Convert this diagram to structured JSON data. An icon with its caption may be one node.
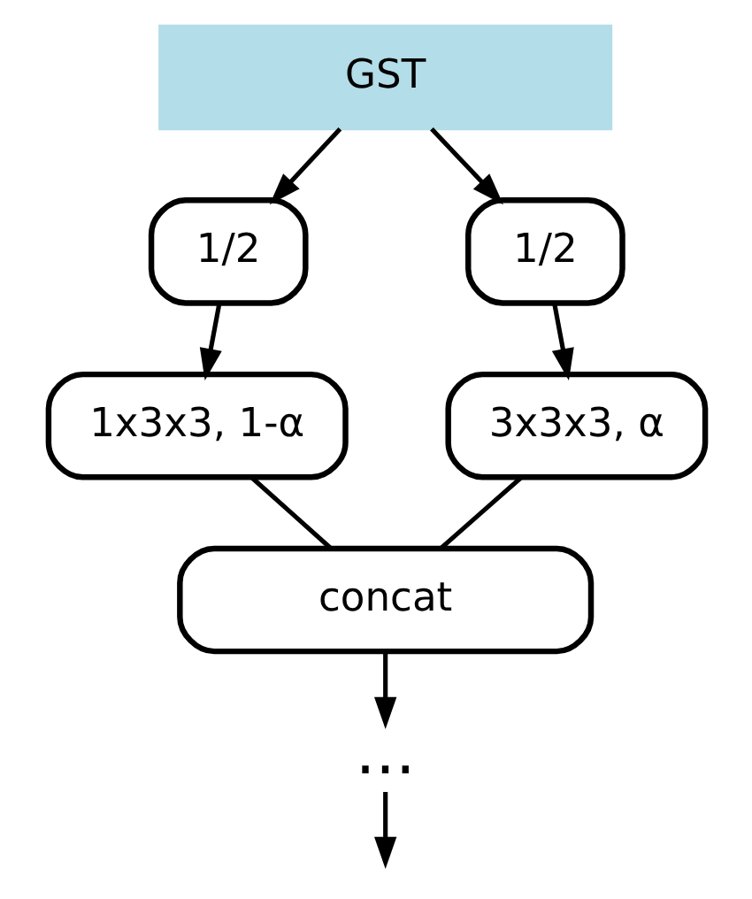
{
  "diagram": {
    "nodes": [
      {
        "text": [
          "GST"
        ]
      },
      {
        "text": [
          "1/2"
        ]
      },
      {
        "text": [
          "1/2"
        ]
      },
      {
        "text": [
          "1x3x3, 1-α"
        ]
      },
      {
        "text": [
          "3x3x3, α"
        ]
      },
      {
        "text": [
          "concat"
        ]
      },
      {
        "text": [
          "..."
        ]
      }
    ],
    "edges": [
      {
        "from": 0,
        "to": 1,
        "arrow": "to"
      },
      {
        "from": 0,
        "to": 2,
        "arrow": "to"
      },
      {
        "from": 1,
        "to": 3,
        "arrow": "to"
      },
      {
        "from": 2,
        "to": 4,
        "arrow": "to"
      },
      {
        "from": 3,
        "to": 5,
        "arrow": "none"
      },
      {
        "from": 4,
        "to": 5,
        "arrow": "none"
      },
      {
        "from": 5,
        "to": 6,
        "arrow": "to"
      },
      {
        "from": 6,
        "to": null,
        "arrow": "to"
      }
    ]
  }
}
